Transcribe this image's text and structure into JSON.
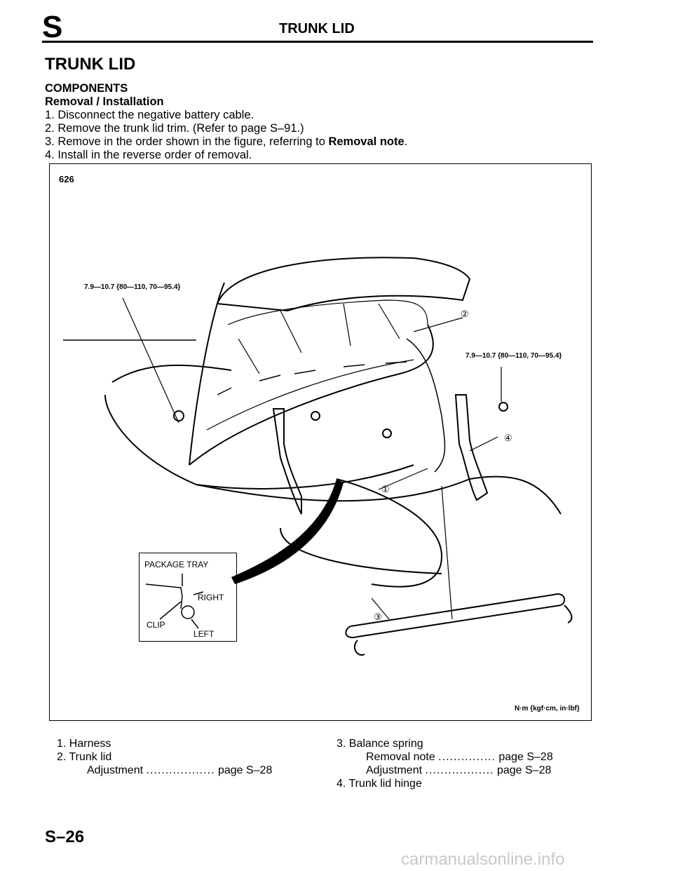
{
  "header": {
    "section_letter": "S",
    "title": "TRUNK LID"
  },
  "section_title": "TRUNK LID",
  "components_heading": "COMPONENTS",
  "procedure_heading": "Removal / Installation",
  "steps": [
    "1. Disconnect the negative battery cable.",
    "2. Remove the trunk lid trim. (Refer to page S–91.)",
    {
      "before": "3. Remove in the order shown in the figure, referring to ",
      "bold": "Removal note",
      "after": "."
    },
    "4. Install in the reverse order of removal."
  ],
  "figure": {
    "model_id": "626",
    "torque_left": "7.9—10.7 {80—110, 70—95.4}",
    "torque_right": "7.9—10.7 {80—110, 70—95.4}",
    "units_note": "N·m {kgf·cm, in·lbf}",
    "callouts": [
      "①",
      "②",
      "③",
      "④"
    ],
    "inset": {
      "title": "PACKAGE TRAY",
      "right": "RIGHT",
      "clip": "CLIP",
      "left": "LEFT"
    }
  },
  "legend": {
    "col1": {
      "item1": "1. Harness",
      "item2": "2. Trunk lid",
      "item2_sub_label": "Adjustment",
      "item2_sub_dots": "..................",
      "item2_sub_ref": "page S–28"
    },
    "col2": {
      "item3": "3. Balance spring",
      "item3_sub1_label": "Removal note",
      "item3_sub1_dots": "...............",
      "item3_sub1_ref": "page S–28",
      "item3_sub2_label": "Adjustment",
      "item3_sub2_dots": "..................",
      "item3_sub2_ref": "page S–28",
      "item4": "4. Trunk lid hinge"
    }
  },
  "page_number": "S–26",
  "watermark": "carmanualsonline.info"
}
